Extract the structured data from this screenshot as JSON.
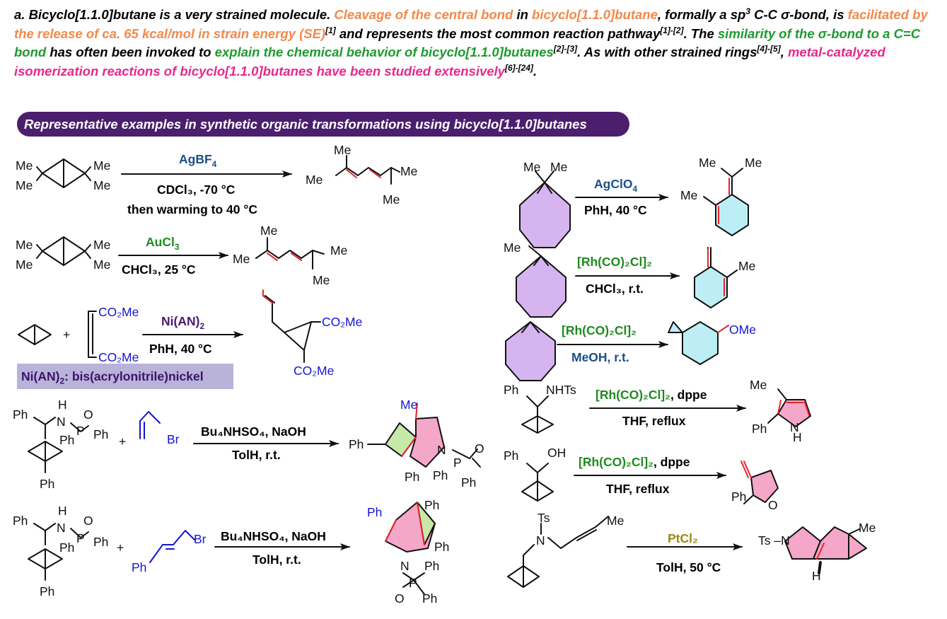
{
  "intro": {
    "segments": [
      {
        "text": "a. Bicyclo[1.1.0]butane is a very strained molecule. ",
        "color": "black"
      },
      {
        "text": "Cleavage of the central bond",
        "color": "orange"
      },
      {
        "text": " in ",
        "color": "black"
      },
      {
        "text": "bicyclo[1.1.0]butane",
        "color": "orange"
      },
      {
        "text": ", formally a sp",
        "color": "black"
      },
      {
        "text": "3",
        "color": "black",
        "sup": true
      },
      {
        "text": " C-C σ-bond, is ",
        "color": "black"
      },
      {
        "text": "facilitated by the release of ca. 65 kcal/mol in strain energy (SE)",
        "color": "orange"
      },
      {
        "text": "[1]",
        "color": "black",
        "sup": true
      },
      {
        "text": " and represents the most common reaction pathway",
        "color": "black"
      },
      {
        "text": "[1]-[2]",
        "color": "black",
        "sup": true
      },
      {
        "text": ". The ",
        "color": "black"
      },
      {
        "text": "similarity of the σ-bond to a C=C bond",
        "color": "green"
      },
      {
        "text": " has often been invoked to ",
        "color": "black"
      },
      {
        "text": "explain the chemical behavior of bicyclo[1.1.0]butanes",
        "color": "green"
      },
      {
        "text": "[2]-[3]",
        "color": "black",
        "sup": true
      },
      {
        "text": ". As with other strained rings",
        "color": "black"
      },
      {
        "text": "[4]-[5]",
        "color": "black",
        "sup": true
      },
      {
        "text": ", ",
        "color": "black"
      },
      {
        "text": "metal-catalyzed isomerization reactions of bicyclo[1.1.0]butanes have been studied extensively",
        "color": "pink"
      },
      {
        "text": "[6]-[24]",
        "color": "black",
        "sup": true
      },
      {
        "text": ".",
        "color": "black"
      }
    ]
  },
  "banner": "Representative examples in synthetic organic transformations using bicyclo[1.1.0]butanes",
  "note": {
    "abbr": "Ni(AN)",
    "sub": "2",
    "rest": ": bis(acrylonitrile)nickel"
  },
  "colors": {
    "orange": "#f2894b",
    "green": "#1f9a2f",
    "pink": "#e6298c",
    "banner_bg": "#4b1e6e",
    "reagent_blue": "#1b4f8a",
    "reagent_green": "#1f8a1f",
    "reagent_purple": "#4a176e",
    "reagent_olive": "#9b8a12",
    "bond_red": "#e8242a",
    "atom_blue": "#1414d4"
  },
  "reactions": [
    {
      "id": "r1",
      "reagent": "AgBF",
      "reagent_sub": "4",
      "condition1": "CDCl₃, -70 °C",
      "condition2": "then warming to 40 °C"
    },
    {
      "id": "r2",
      "reagent": "AuCl",
      "reagent_sub": "3",
      "condition1": "CHCl₃, 25 °C"
    },
    {
      "id": "r3",
      "reagent": "Ni(AN)",
      "reagent_sub": "2",
      "condition1": "PhH, 40 °C"
    },
    {
      "id": "r4",
      "reagent": "Bu₄NHSO₄, NaOH",
      "condition1": "TolH, r.t."
    },
    {
      "id": "r5",
      "reagent": "Bu₄NHSO₄, NaOH",
      "condition1": "TolH, r.t."
    },
    {
      "id": "r6",
      "reagent": "AgClO",
      "reagent_sub": "4",
      "condition1": "PhH, 40 °C"
    },
    {
      "id": "r7",
      "reagent": "[Rh(CO)₂Cl]₂",
      "condition1": "CHCl₃, r.t."
    },
    {
      "id": "r8",
      "reagent": "[Rh(CO)₂Cl]₂",
      "condition1": "MeOH, r.t."
    },
    {
      "id": "r9",
      "reagent": "[Rh(CO)₂Cl]₂",
      "reagent_extra": ", dppe",
      "condition1": "THF, reflux"
    },
    {
      "id": "r10",
      "reagent": "[Rh(CO)₂Cl]₂",
      "reagent_extra": ", dppe",
      "condition1": "THF, reflux"
    },
    {
      "id": "r11",
      "reagent": "PtCl₂",
      "condition1": "TolH, 50 °C"
    }
  ],
  "atoms": {
    "Me": "Me",
    "Ph": "Ph",
    "Br": "Br",
    "N": "N",
    "H": "H",
    "P": "P",
    "O": "O",
    "OH": "OH",
    "OMe": "OMe",
    "NHTs": "NHTs",
    "Ts": "Ts",
    "NH": "N",
    "CO2Me": "CO₂Me",
    "TsN": "Ts –N",
    "plus": "+"
  }
}
